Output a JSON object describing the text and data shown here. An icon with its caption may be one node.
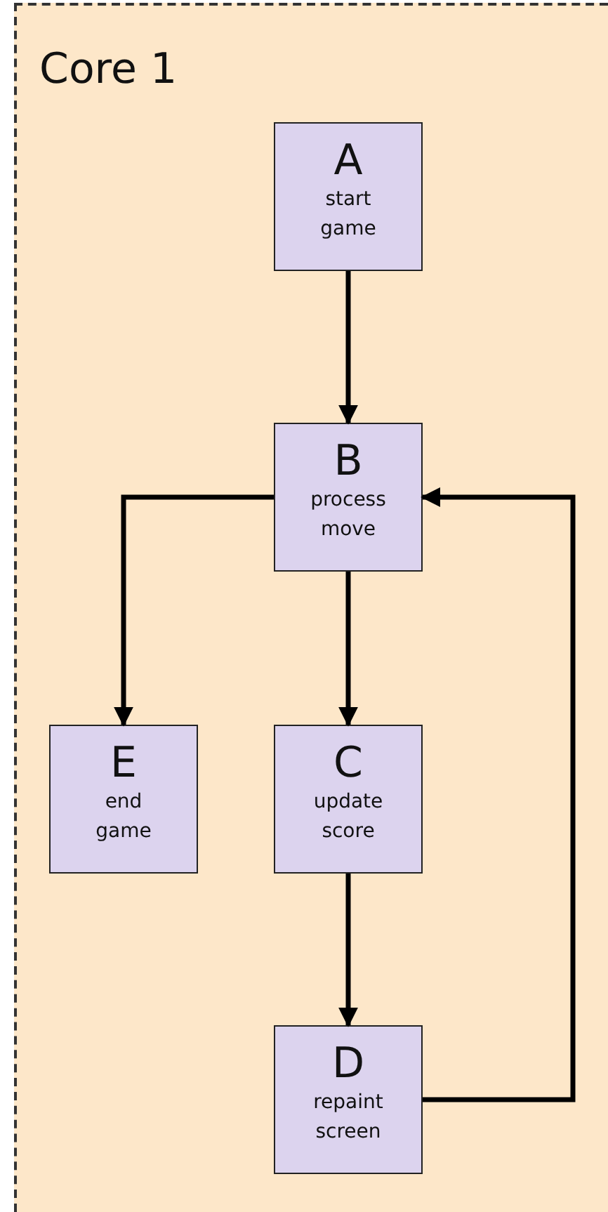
{
  "diagram": {
    "nodes": [
      {
        "text": [
          "Core 1"
        ]
      },
      {
        "text": [
          "A",
          "start game"
        ],
        "in": 0
      },
      {
        "text": [
          "B",
          "process move"
        ],
        "in": 0
      },
      {
        "text": [
          "E",
          "end game"
        ],
        "in": 0
      },
      {
        "text": [
          "C",
          "update score"
        ],
        "in": 0
      },
      {
        "text": [
          "D",
          "repaint screen"
        ],
        "in": 0
      }
    ],
    "edges": [
      {
        "from": 1,
        "to": 2,
        "arrow": "to"
      },
      {
        "from": 2,
        "to": 3,
        "arrow": "to"
      },
      {
        "from": 2,
        "to": 4,
        "arrow": "to"
      },
      {
        "from": 4,
        "to": 5,
        "arrow": "to"
      },
      {
        "from": 5,
        "to": 2,
        "arrow": "to"
      }
    ]
  }
}
